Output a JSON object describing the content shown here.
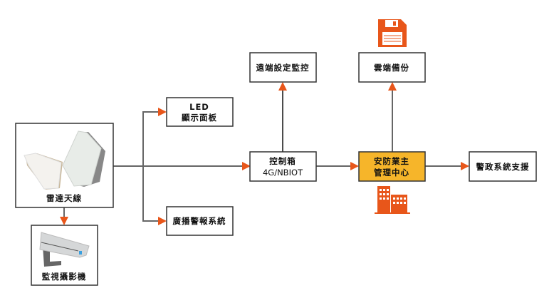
{
  "nodes": {
    "radar": "雷達天線",
    "camera": "監視攝影機",
    "led_line1": "LED",
    "led_line2": "顯示面板",
    "broadcast": "廣播警報系統",
    "control_line1": "控制箱",
    "control_line2": "4G/NBIOT",
    "remote": "遠端設定監控",
    "cloud": "雲端備份",
    "center_line1": "安防業主",
    "center_line2": "管理中心",
    "police": "警政系統支援"
  },
  "colors": {
    "accent": "#e8561a",
    "highlight": "#f6b52a",
    "border": "#333333",
    "line": "#666666"
  },
  "icons": [
    "radar-antenna-image",
    "cctv-camera-image",
    "floppy-disk-icon",
    "building-icon"
  ]
}
